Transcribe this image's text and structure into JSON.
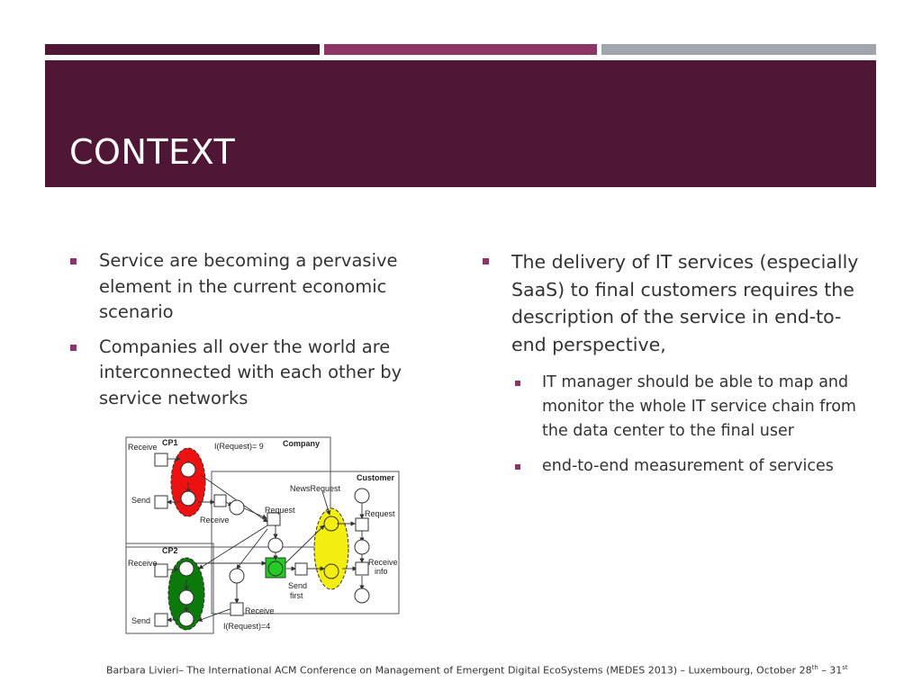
{
  "slide": {
    "title": "CONTEXT"
  },
  "colors": {
    "dark_plum": "#4f1735",
    "mid_plum": "#8e3568",
    "gray": "#a0a6ab"
  },
  "left_bullets": [
    "Service are becoming a pervasive element in the current economic scenario",
    "Companies all over the world are interconnected with each other by service networks"
  ],
  "right_bullets": {
    "main": "The delivery of IT services (especially SaaS) to final customers requires the description of the service in end-to-end perspective,",
    "sub": [
      "IT manager should be able to map and monitor the whole IT service chain from the data center to the final user",
      "end-to-end measurement of services"
    ]
  },
  "figure": {
    "labels": {
      "cp1": "CP1",
      "cp2": "CP2",
      "company": "Company",
      "customer": "Customer",
      "request_9": "I(Request)= 9",
      "request_4": "I(Request)=4",
      "receive": "Receive",
      "send": "Send",
      "news_request": "NewsRequest",
      "request": "Request",
      "receive_info_1": "Receive",
      "receive_info_2": "info",
      "send_first_1": "Send",
      "send_first_2": "first"
    }
  },
  "footer": {
    "text": "Barbara Livieri– The International ACM Conference on Management of Emergent Digital EcoSystems (MEDES 2013) – Luxembourg, October 28",
    "sup1": "th",
    "dash": " – 31",
    "sup2": "st"
  }
}
